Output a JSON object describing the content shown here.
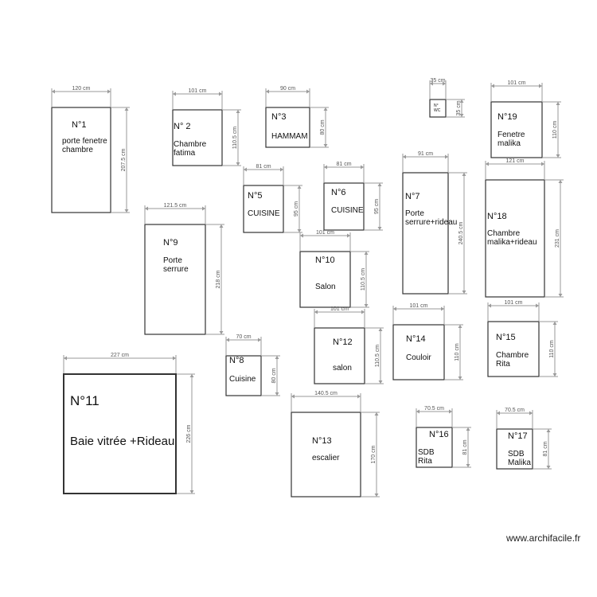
{
  "panels": [
    {
      "id": "p1",
      "number": "N°1",
      "caption": [
        "porte fenetre",
        "chambre"
      ],
      "width_label": "120 cm",
      "height_label": "207.5 cm"
    },
    {
      "id": "p2",
      "number": "N° 2",
      "caption": [
        "Chambre",
        "fatima"
      ],
      "width_label": "101 cm",
      "height_label": "110.5 cm"
    },
    {
      "id": "p3",
      "number": "N°3",
      "caption": [
        "HAMMAM"
      ],
      "width_label": "90 cm",
      "height_label": "80 cm"
    },
    {
      "id": "wc",
      "number": "N°",
      "caption": [
        "WC"
      ],
      "width_label": "35 cm",
      "height_label": "35 cm"
    },
    {
      "id": "p19",
      "number": "N°19",
      "caption": [
        "Fenetre",
        "malika"
      ],
      "width_label": "101 cm",
      "height_label": "110 cm"
    },
    {
      "id": "p5",
      "number": "N°5",
      "caption": [
        "CUISINE"
      ],
      "width_label": "81 cm",
      "height_label": "95 cm"
    },
    {
      "id": "p6",
      "number": "N°6",
      "caption": [
        "CUISINE"
      ],
      "width_label": "81 cm",
      "height_label": "95 cm"
    },
    {
      "id": "p7",
      "number": "N°7",
      "caption": [
        "Porte",
        "serrure+rideau"
      ],
      "width_label": "91 cm",
      "height_label": "240.5 cm"
    },
    {
      "id": "p18",
      "number": "N°18",
      "caption": [
        "Chambre",
        "malika+rideau"
      ],
      "width_label": "121 cm",
      "height_label": "231 cm"
    },
    {
      "id": "p9",
      "number": "N°9",
      "caption": [
        "Porte",
        "serrure"
      ],
      "width_label": "121.5 cm",
      "height_label": "218 cm"
    },
    {
      "id": "p10",
      "number": "N°10",
      "caption": [
        "Salon"
      ],
      "width_label": "101 cm",
      "height_label": "110.5 cm"
    },
    {
      "id": "p12",
      "number": "N°12",
      "caption": [
        "salon"
      ],
      "width_label": "101 cm",
      "height_label": "110.5 cm"
    },
    {
      "id": "p14",
      "number": "N°14",
      "caption": [
        "Couloir"
      ],
      "width_label": "101 cm",
      "height_label": "110 cm"
    },
    {
      "id": "p15",
      "number": "N°15",
      "caption": [
        "Chambre",
        "Rita"
      ],
      "width_label": "101 cm",
      "height_label": "110 cm"
    },
    {
      "id": "p8",
      "number": "N°8",
      "caption": [
        "Cuisine"
      ],
      "width_label": "70 cm",
      "height_label": "80 cm"
    },
    {
      "id": "p11",
      "number": "N°11",
      "caption": [
        "Baie vitrée +Rideau"
      ],
      "width_label": "227 cm",
      "height_label": "226 cm"
    },
    {
      "id": "p13",
      "number": "N°13",
      "caption": [
        "escalier"
      ],
      "width_label": "140.5 cm",
      "height_label": "170 cm"
    },
    {
      "id": "p16",
      "number": "N°16",
      "caption": [
        "SDB",
        "Rita"
      ],
      "width_label": "70.5 cm",
      "height_label": "81 cm"
    },
    {
      "id": "p17",
      "number": "N°17",
      "caption": [
        "SDB",
        "Malika"
      ],
      "width_label": "70.5 cm",
      "height_label": "81 cm"
    }
  ],
  "watermark": "www.archifacile.fr",
  "colors": {
    "outline": "#333333",
    "dimension_line": "#9a9a9a",
    "text": "#111111"
  }
}
